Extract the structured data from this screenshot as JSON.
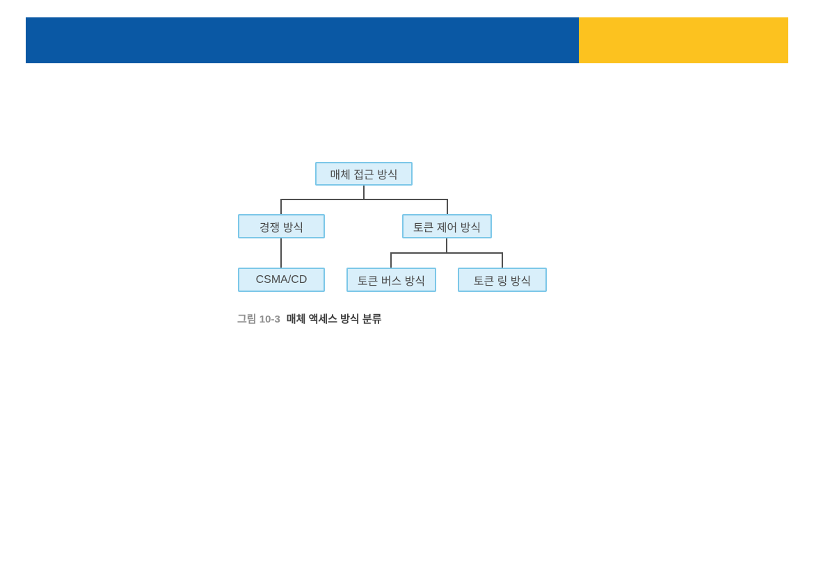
{
  "header": {
    "blue_color": "#0a58a4",
    "yellow_color": "#fcc21f"
  },
  "diagram": {
    "type": "tree",
    "nodes": [
      {
        "id": "root",
        "label": "매체 접근 방식"
      },
      {
        "id": "contention",
        "label": "경쟁 방식"
      },
      {
        "id": "token-control",
        "label": "토큰 제어 방식"
      },
      {
        "id": "csma-cd",
        "label": "CSMA/CD"
      },
      {
        "id": "token-bus",
        "label": "토큰 버스 방식"
      },
      {
        "id": "token-ring",
        "label": "토큰 링 방식"
      }
    ],
    "edges": [
      {
        "from": "root",
        "to": "contention"
      },
      {
        "from": "root",
        "to": "token-control"
      },
      {
        "from": "contention",
        "to": "csma-cd"
      },
      {
        "from": "token-control",
        "to": "token-bus"
      },
      {
        "from": "token-control",
        "to": "token-ring"
      }
    ],
    "node_fill": "#d9effa",
    "node_border": "#7cc7e8",
    "line_color": "#4f4f4f"
  },
  "caption": {
    "figure_label": "그림 10-3",
    "title": "매체 액세스 방식 분류"
  }
}
